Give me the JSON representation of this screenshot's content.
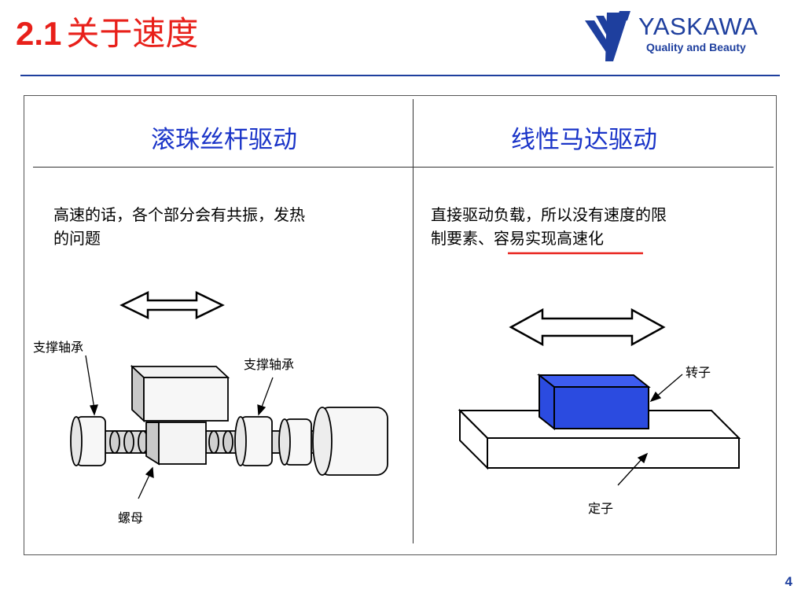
{
  "header": {
    "title_number": "2.1",
    "title_text": "关于速度",
    "brand_name": "YASKAWA",
    "brand_slogan": "Quality and Beauty"
  },
  "left": {
    "heading": "滚珠丝杆驱动",
    "desc_line1": "高速的话，各个部分会有共振，发热",
    "desc_line2": "的问题",
    "label_bearing_left": "支撑轴承",
    "label_bearing_right": "支撑轴承",
    "label_nut": "螺母"
  },
  "right": {
    "heading": "线性马达驱动",
    "desc_line1": "直接驱动负载，所以没有速度的限",
    "desc_line2_plain": "制要素、",
    "desc_line2_underlined": "容易实现高速化",
    "label_rotor": "转子",
    "label_stator": "定子"
  },
  "colors": {
    "title": "#e8201a",
    "brand": "#1e3f9e",
    "heading": "#1a34c8",
    "rotor": "#2b4be0",
    "underline": "#e8201a"
  },
  "footer": {
    "page_number": "4"
  }
}
